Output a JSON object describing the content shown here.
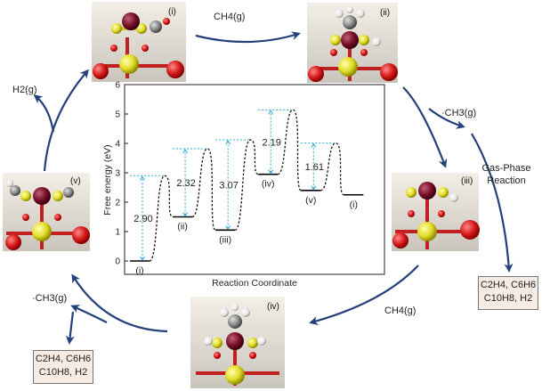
{
  "panels": [
    {
      "id": "i-top",
      "label": "(i)"
    },
    {
      "id": "ii",
      "label": "(ii)"
    },
    {
      "id": "iii",
      "label": "(iii)"
    },
    {
      "id": "iv",
      "label": "(iv)"
    },
    {
      "id": "v",
      "label": "(v)"
    }
  ],
  "cycle": {
    "ch4_top": "CH4(g)",
    "ch4_bottom": "CH4(g)",
    "ch3_right": "·CH3(g)",
    "ch3_left": "·CH3(g)",
    "h2": "H2(g)",
    "gas_phase_line1": "Gas-Phase",
    "gas_phase_line2": "Reaction",
    "products_line1": "C2H4, C6H6",
    "products_line2": "C10H8, H2"
  },
  "chart_data": {
    "type": "line",
    "xlabel": "Reaction Coordinate",
    "ylabel": "Free energy (eV)",
    "ylim": [
      0,
      6
    ],
    "yticks": [
      0,
      1,
      2,
      3,
      4,
      5,
      6
    ],
    "states": [
      {
        "label": "(i)",
        "energy": 0.0
      },
      {
        "label": "(ii)",
        "energy": 1.5
      },
      {
        "label": "(iii)",
        "energy": 1.05
      },
      {
        "label": "(iv)",
        "energy": 2.95
      },
      {
        "label": "(v)",
        "energy": 2.4
      },
      {
        "label": "(i)",
        "energy": 2.25
      }
    ],
    "barriers": [
      {
        "from": "(i)",
        "value": 2.9,
        "label": "2.90"
      },
      {
        "from": "(ii)",
        "value": 2.32,
        "label": "2.32"
      },
      {
        "from": "(iii)",
        "value": 3.07,
        "label": "3.07"
      },
      {
        "from": "(iv)",
        "value": 2.19,
        "label": "2.19"
      },
      {
        "from": "(v)",
        "value": 1.61,
        "label": "1.61"
      }
    ]
  }
}
